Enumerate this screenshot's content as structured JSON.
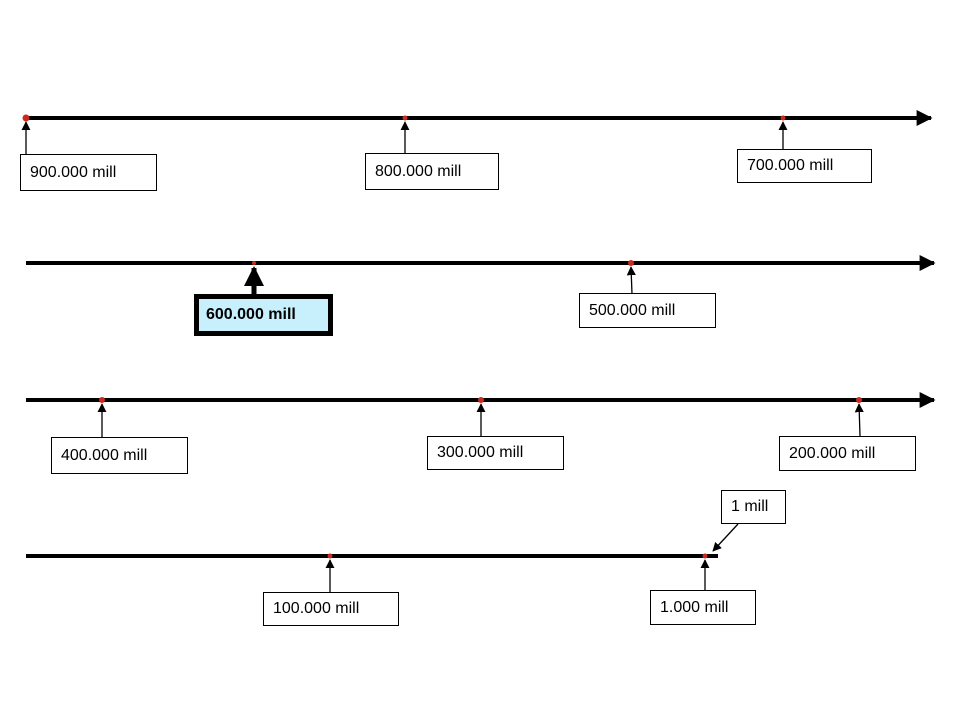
{
  "diagram": {
    "accent_color": "#cc2a1f",
    "highlight_color": "#c8f0fc",
    "lines": [
      {
        "markers": [
          {
            "label": "900.000 mill"
          },
          {
            "label": "800.000 mill"
          },
          {
            "label": "700.000 mill"
          }
        ]
      },
      {
        "markers": [
          {
            "label": "600.000 mill",
            "highlighted": true
          },
          {
            "label": "500.000 mill"
          }
        ]
      },
      {
        "markers": [
          {
            "label": "400.000 mill"
          },
          {
            "label": "300.000 mill"
          },
          {
            "label": "200.000 mill"
          }
        ]
      },
      {
        "markers": [
          {
            "label": "100.000 mill"
          },
          {
            "label": "1.000 mill"
          },
          {
            "label": "1 mill",
            "callout": true
          }
        ]
      }
    ]
  }
}
